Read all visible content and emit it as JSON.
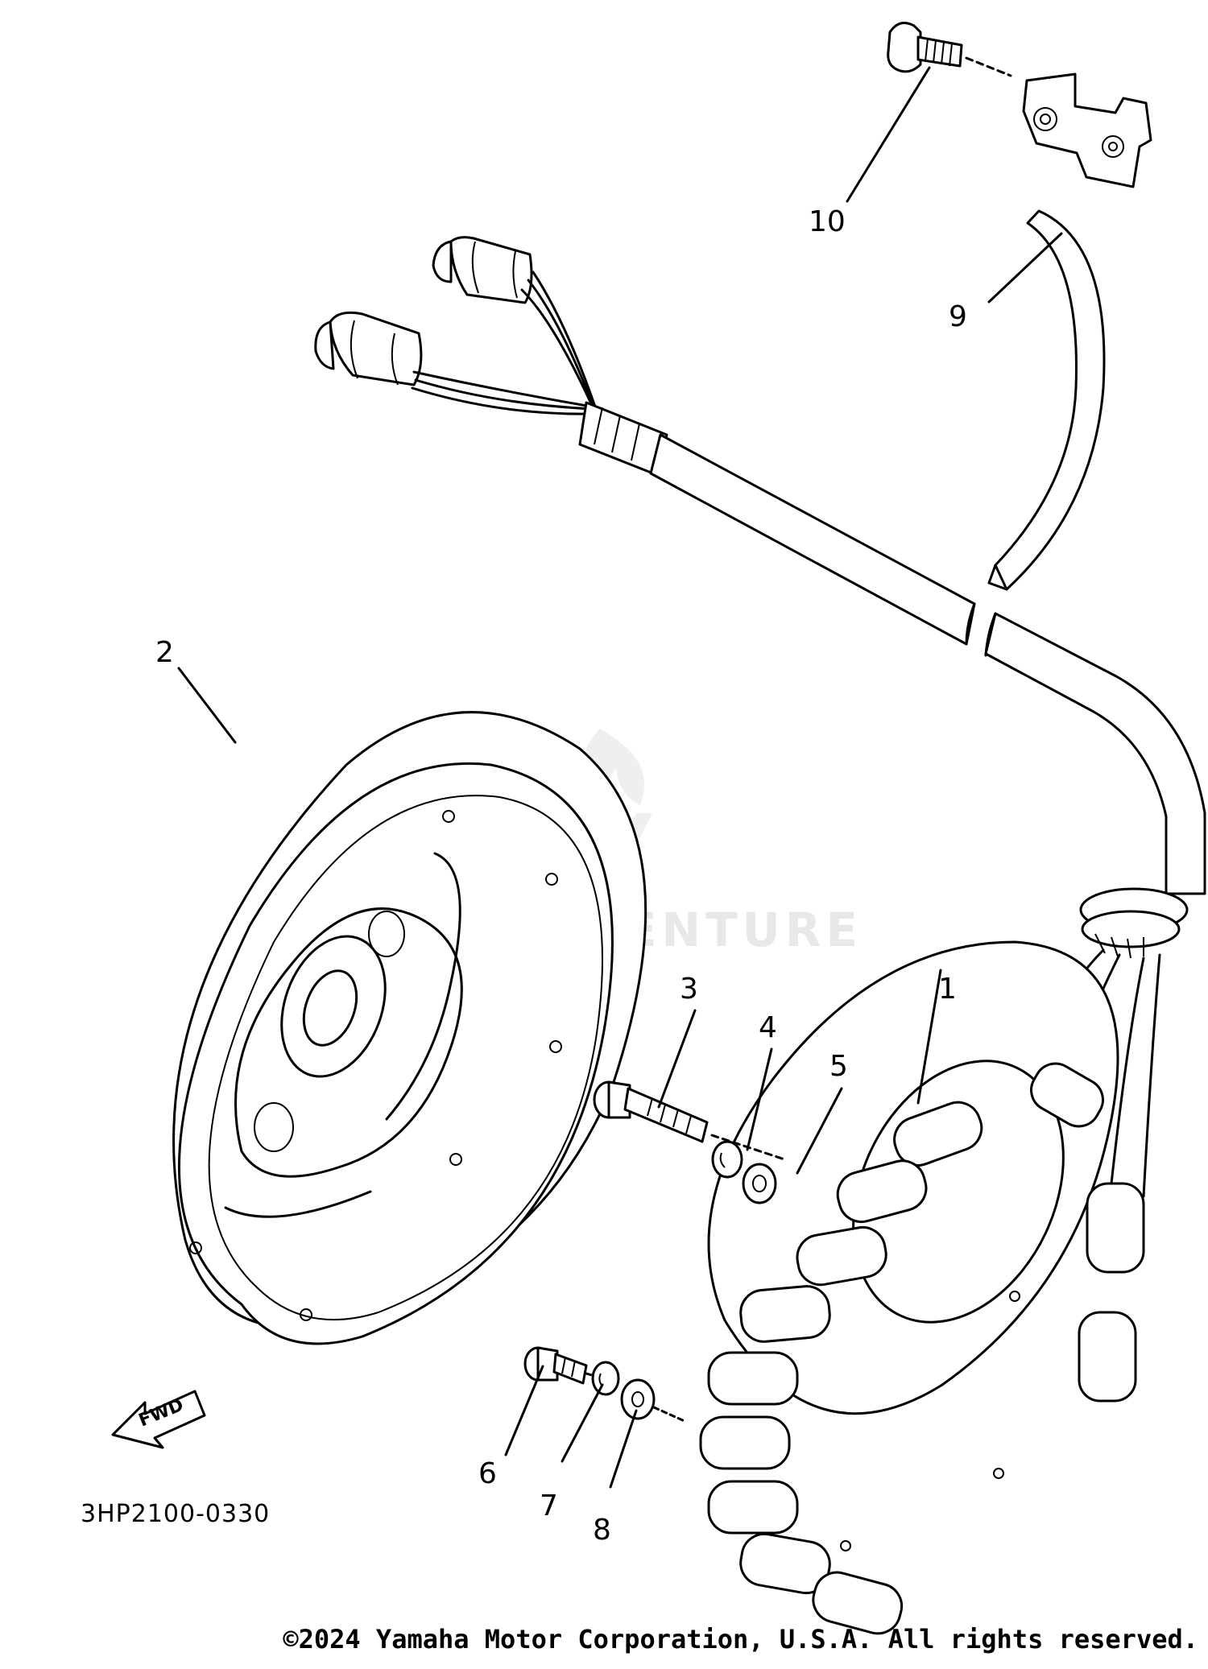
{
  "diagram": {
    "drawing_code": "3HP2100-0330",
    "direction_label": "FWD",
    "watermark": "ADVENTURE",
    "copyright": "©2024 Yamaha Motor Corporation, U.S.A. All rights reserved.",
    "callouts": [
      {
        "num": "1",
        "part": "stator-assembly"
      },
      {
        "num": "2",
        "part": "rotor-flywheel"
      },
      {
        "num": "3",
        "part": "stator-bolt"
      },
      {
        "num": "4",
        "part": "lock-washer"
      },
      {
        "num": "5",
        "part": "plain-washer"
      },
      {
        "num": "6",
        "part": "bolt"
      },
      {
        "num": "7",
        "part": "lock-washer"
      },
      {
        "num": "8",
        "part": "plain-washer"
      },
      {
        "num": "9",
        "part": "lead-clamp"
      },
      {
        "num": "10",
        "part": "screw"
      }
    ]
  }
}
